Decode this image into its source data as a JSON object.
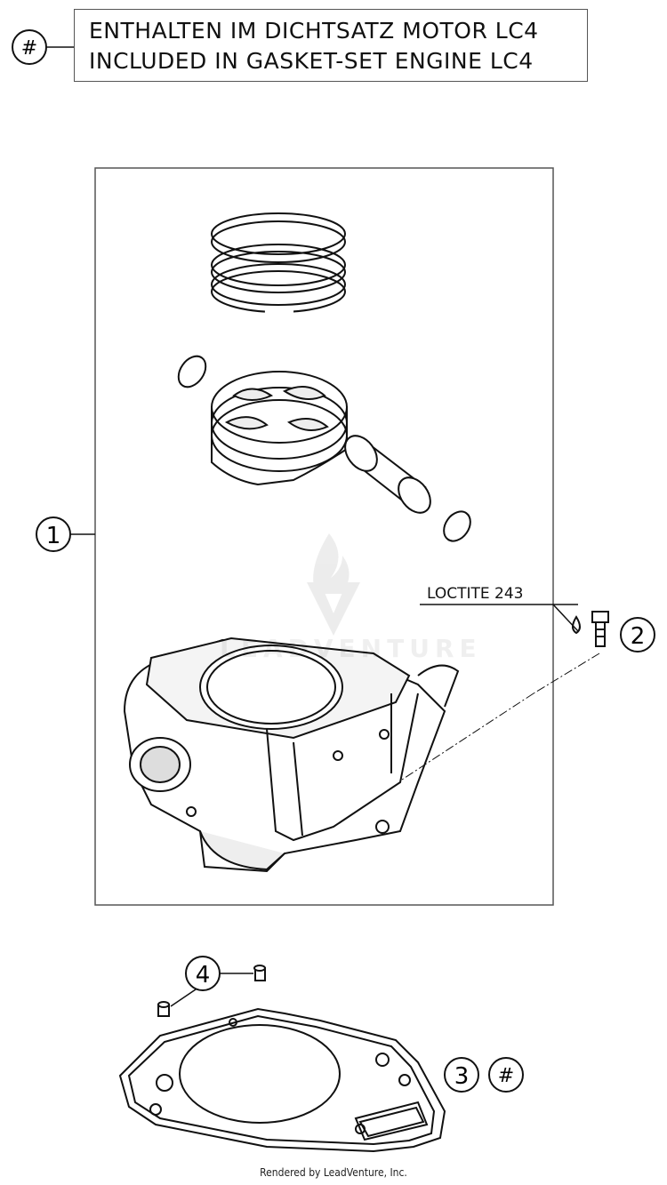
{
  "legend": {
    "marker": "#",
    "line_de": "ENTHALTEN IM DICHTSATZ MOTOR LC4",
    "line_en": "INCLUDED IN GASKET-SET ENGINE LC4"
  },
  "callouts": {
    "cylinder_assembly": "1",
    "screw": "2",
    "gasket": "3",
    "dowel_pins": "4",
    "gasket_set_marker": "#"
  },
  "note": "LOCTITE 243",
  "watermark": "LEADVENTURE",
  "footer": "Rendered by LeadVenture, Inc."
}
